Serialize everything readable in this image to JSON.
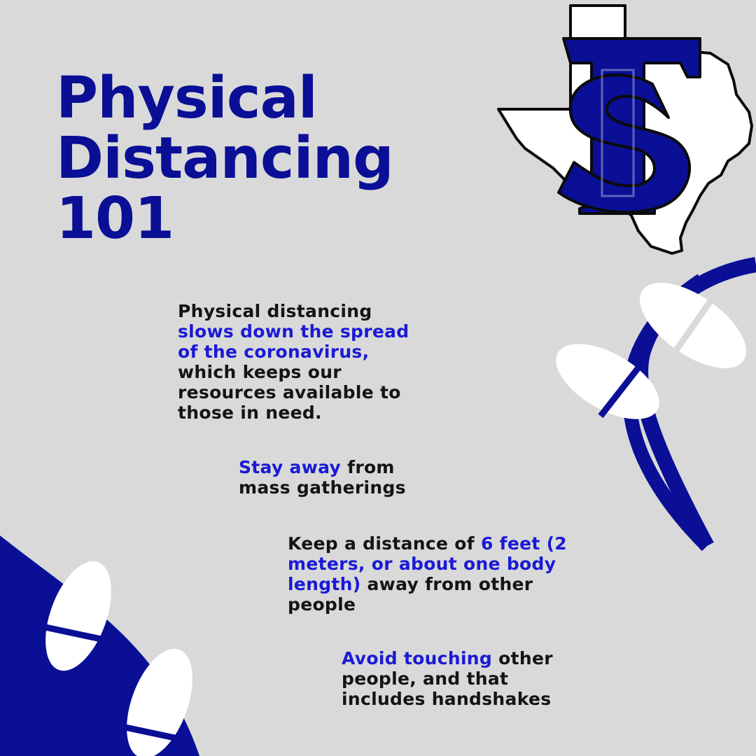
{
  "title": {
    "line1": "Physical",
    "line2": "Distancing",
    "line3": "101"
  },
  "logo": {
    "letters": "TS"
  },
  "paragraphs": {
    "p1": {
      "text1": "Physical distancing",
      "highlight": "slows down the spread of the coronavirus,",
      "text2": "which keeps our resources available to those in need."
    },
    "p2": {
      "highlight": "Stay away",
      "text": "from mass gatherings"
    },
    "p3": {
      "text1": "Keep a distance of",
      "highlight": "6 feet (2 meters, or about one body length)",
      "text2": "away from other people"
    },
    "p4": {
      "highlight": "Avoid touching",
      "text": "other people, and that includes handshakes"
    }
  },
  "colors": {
    "background": "#d9d9d9",
    "navy": "#0a0f96",
    "highlight": "#1a1ad6",
    "text": "#141414",
    "white": "#ffffff"
  },
  "icons": [
    "texas-ts-logo",
    "footprints-top-right",
    "footprints-bottom-left"
  ]
}
